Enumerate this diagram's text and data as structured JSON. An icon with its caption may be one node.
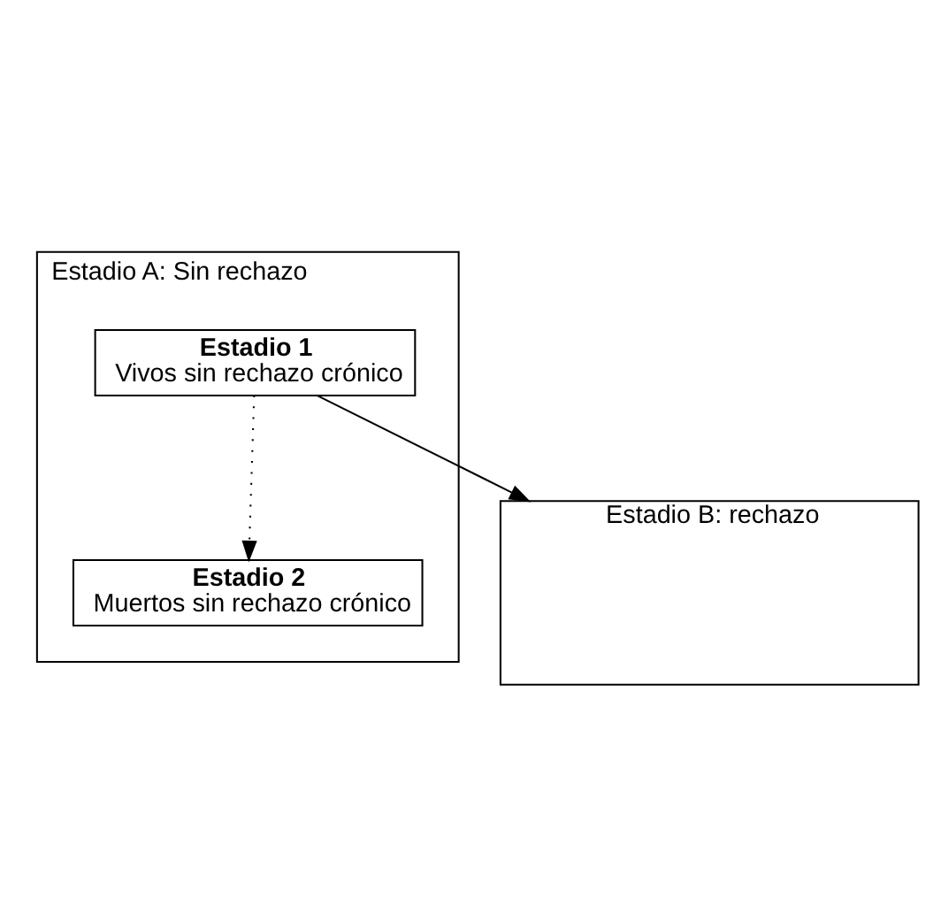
{
  "diagram": {
    "nodes": [
      {
        "text": [
          "Estadio A: Sin rechazo"
        ]
      },
      {
        "text": [
          "Estadio 2",
          "Muertos sin rechazo crónico"
        ],
        "in": 0
      },
      {
        "text": [
          "Estadio 1",
          "Vivos sin rechazo crónico"
        ],
        "in": 0
      },
      {
        "text": [
          "Estadio B: rechazo"
        ]
      }
    ],
    "edges": [
      {
        "from": 2,
        "to": 1,
        "arrow": "to",
        "style": "dashed"
      },
      {
        "from": 2,
        "to": 3,
        "arrow": "to"
      }
    ]
  }
}
